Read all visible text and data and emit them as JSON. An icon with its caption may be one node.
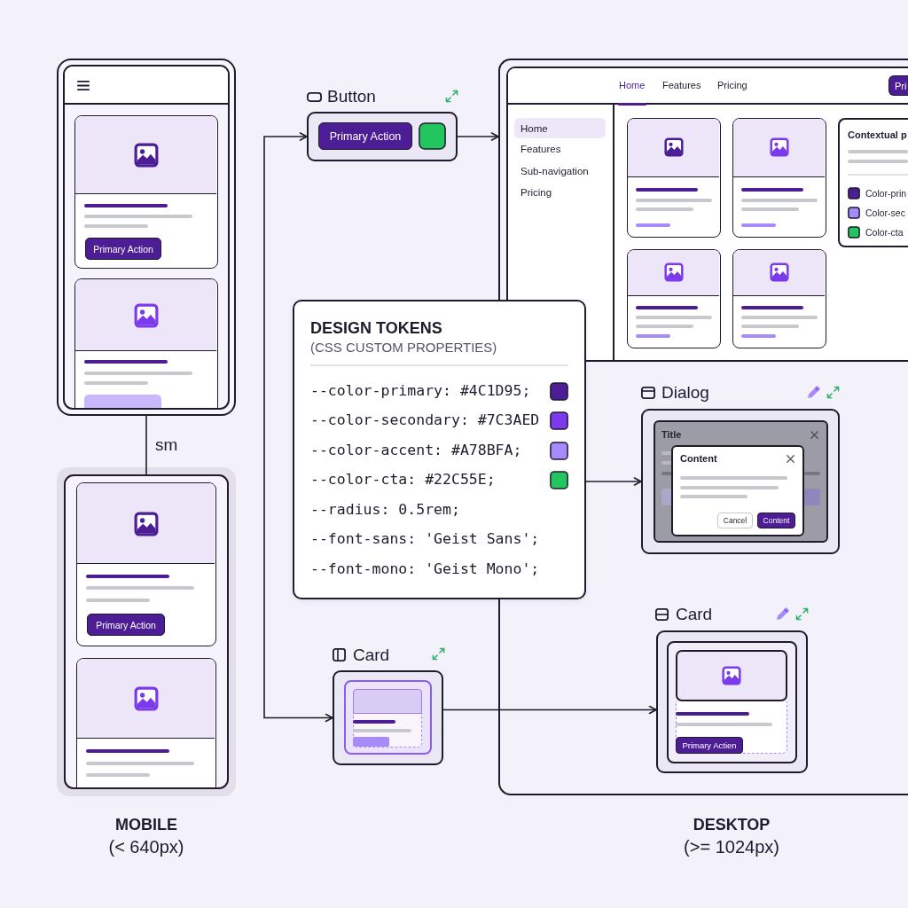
{
  "diagram": {
    "nodes": [
      {
        "text": [],
        "shape": "box"
      },
      {
        "text": [
          "Primary Action"
        ],
        "in": 0
      },
      {
        "text": [],
        "shape": "box"
      },
      {
        "text": [
          "Primary Action"
        ],
        "in": 2
      },
      {
        "text": [
          "Button"
        ]
      },
      {
        "text": [
          "Primary Action"
        ],
        "in": 4
      },
      {
        "text": [],
        "shape": "box"
      },
      {
        "text": [
          "Home",
          "Features",
          "Pricing",
          "Features",
          "Sub-navigation",
          "Pricing"
        ],
        "in": 6
      },
      {
        "text": [
          "Pri"
        ],
        "in": 7
      },
      {
        "text": [
          "Home"
        ],
        "in": 7
      },
      {
        "text": [
          "Contextual p",
          "Color-prin",
          "Color-sec",
          "Color-cta"
        ],
        "in": 7
      },
      {
        "text": [
          "DESIGN TOKENS",
          "(CSS CUSTOM PROPERTIES)",
          "--color-primary: #4C1D95;",
          "--color-secondary: #7C3AED",
          "--color-accent: #A78BFA;",
          "--color-cta: #22C55E;",
          "--radius: 0.5rem;",
          "--font-sans: 'Geist Sans';",
          "--font-mono: 'Geist Mono';"
        ]
      },
      {
        "text": [
          "Dialog"
        ],
        "in": 6
      },
      {
        "text": [
          "Title"
        ],
        "in": 12
      },
      {
        "text": [
          "Content"
        ],
        "in": 13
      },
      {
        "text": [
          "Cancel"
        ],
        "in": 14
      },
      {
        "text": [
          "Content"
        ],
        "in": 14
      },
      {
        "text": [
          "Card"
        ]
      },
      {
        "text": [
          "Card"
        ],
        "in": 6
      },
      {
        "text": [
          "Primary Actien"
        ],
        "in": 18
      }
    ],
    "edges": [
      {
        "from": 0,
        "to": 2,
        "arrow": "none",
        "label": "sm"
      },
      {
        "from": 4,
        "to": 17,
        "arrow": "both"
      },
      {
        "from": 4,
        "to": 6,
        "arrow": "to"
      },
      {
        "from": 11,
        "to": 12,
        "arrow": "to"
      },
      {
        "from": 17,
        "to": 18,
        "arrow": "to"
      }
    ],
    "labels": [
      "MOBILE",
      "(< 640px)",
      "DESKTOP",
      "(>= 1024px)"
    ]
  }
}
